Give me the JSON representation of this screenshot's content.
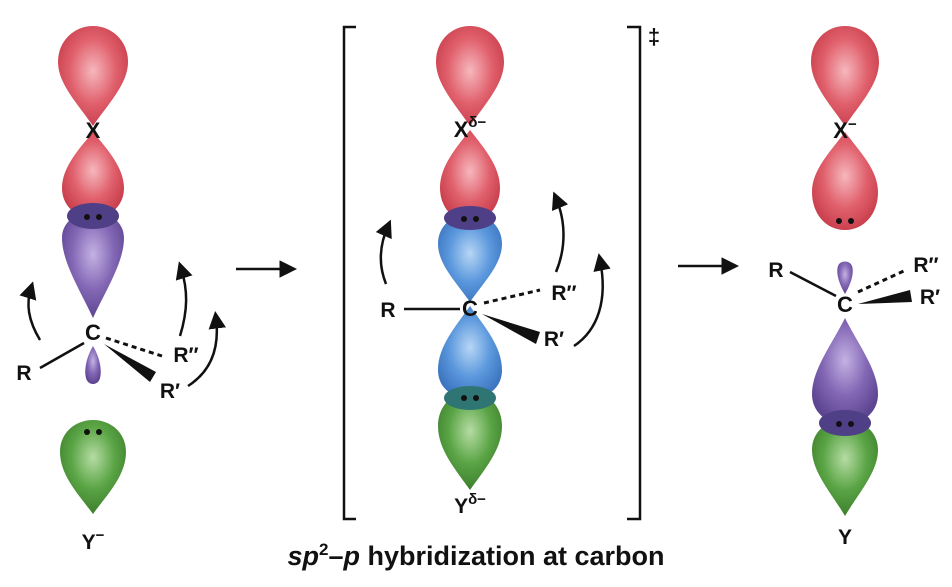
{
  "stages": {
    "reactant": {
      "leaving_group": "X",
      "carbon": "C",
      "substituent_r": "R",
      "substituent_r2": "R″",
      "substituent_r1": "R′",
      "nucleophile": "Y",
      "nucleophile_charge": "−"
    },
    "transition_state": {
      "leaving_group": "X",
      "leaving_group_charge": "δ−",
      "carbon": "C",
      "substituent_r": "R",
      "substituent_r2": "R″",
      "substituent_r1": "R′",
      "nucleophile": "Y",
      "nucleophile_charge": "δ−",
      "dagger": "‡"
    },
    "product": {
      "leaving_group": "X",
      "leaving_group_charge": "−",
      "carbon": "C",
      "substituent_r": "R",
      "substituent_r2": "R″",
      "substituent_r1": "R′",
      "nucleophile": "Y"
    }
  },
  "caption": {
    "sp": "sp",
    "sup": "2",
    "dash": "–",
    "p": "p",
    "rest": " hybridization at carbon"
  },
  "colors": {
    "red_lobe": "#d94f5c",
    "purple_lobe": "#7b5cab",
    "blue_lobe": "#4a8ad4",
    "green_lobe": "#4f9a3c",
    "overlap_purple": "#4e3f86",
    "overlap_teal": "#2f7574"
  }
}
